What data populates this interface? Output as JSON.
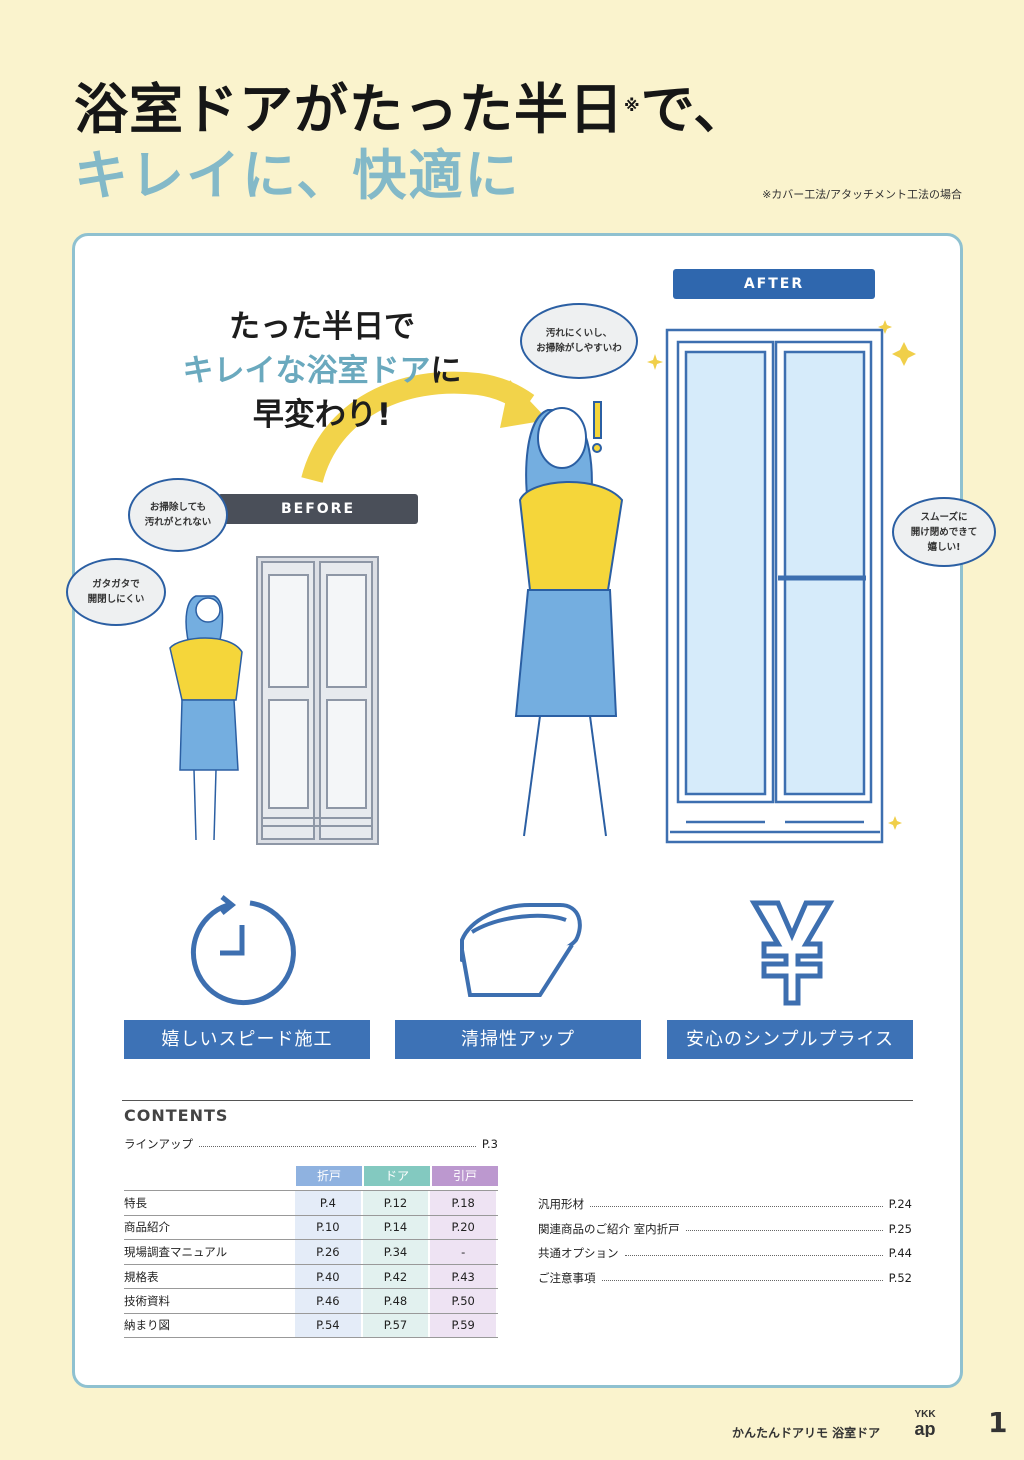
{
  "headline": {
    "line1_main": "浴室ドアがたった半日",
    "line1_mark": "※",
    "line1_tail": "で、",
    "line2": "キレイに、快適に"
  },
  "note": "※カバー工法/アタッチメント工法の場合",
  "catch": {
    "line1": "たった半日で",
    "line2_accent": "キレイな浴室ドア",
    "line2_tail": "に",
    "line3": "早変わり!"
  },
  "tags": {
    "before": "BEFORE",
    "after": "AFTER"
  },
  "bubbles": {
    "b1": [
      "お掃除しても",
      "汚れがとれない"
    ],
    "b2": [
      "ガタガタで",
      "開閉しにくい"
    ],
    "b3": [
      "汚れにくいし、",
      "お掃除がしやすいわ"
    ],
    "b4": [
      "スムーズに",
      "開け閉めできて",
      "嬉しい!"
    ]
  },
  "features": [
    "嬉しいスピード施工",
    "清掃性アップ",
    "安心のシンプルプライス"
  ],
  "icons": [
    "clock-icon",
    "bathtub-icon",
    "yen-icon"
  ],
  "contents": {
    "title": "CONTENTS",
    "lineup": {
      "label": "ラインアップ",
      "page": "P.3"
    },
    "columns": [
      "折戸",
      "ドア",
      "引戸"
    ],
    "rows": [
      {
        "label": "特長",
        "values": [
          "P.4",
          "P.12",
          "P.18"
        ]
      },
      {
        "label": "商品紹介",
        "values": [
          "P.10",
          "P.14",
          "P.20"
        ]
      },
      {
        "label": "現場調査マニュアル",
        "values": [
          "P.26",
          "P.34",
          "-"
        ]
      },
      {
        "label": "規格表",
        "values": [
          "P.40",
          "P.42",
          "P.43"
        ]
      },
      {
        "label": "技術資料",
        "values": [
          "P.46",
          "P.48",
          "P.50"
        ]
      },
      {
        "label": "納まり図",
        "values": [
          "P.54",
          "P.57",
          "P.59"
        ]
      }
    ],
    "right": [
      {
        "label": "汎用形材",
        "page": "P.24"
      },
      {
        "label": "関連商品のご紹介 室内折戸",
        "page": "P.25"
      },
      {
        "label": "共通オプション",
        "page": "P.44"
      },
      {
        "label": "ご注意事項",
        "page": "P.52"
      }
    ]
  },
  "footer": {
    "text": "かんたんドアリモ 浴室ドア",
    "logo_top": "YKK",
    "logo_bottom": "ap",
    "page": "1"
  },
  "colors": {
    "accent": "#3d72b6",
    "teal": "#83b9c8",
    "background": "#faf3cd"
  }
}
